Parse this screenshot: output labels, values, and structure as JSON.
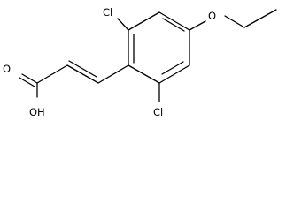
{
  "labels": {
    "cl_top": "Cl",
    "cl_bottom": "Cl",
    "o_ether": "O",
    "o_carbonyl": "O",
    "hydroxyl": "OH"
  }
}
